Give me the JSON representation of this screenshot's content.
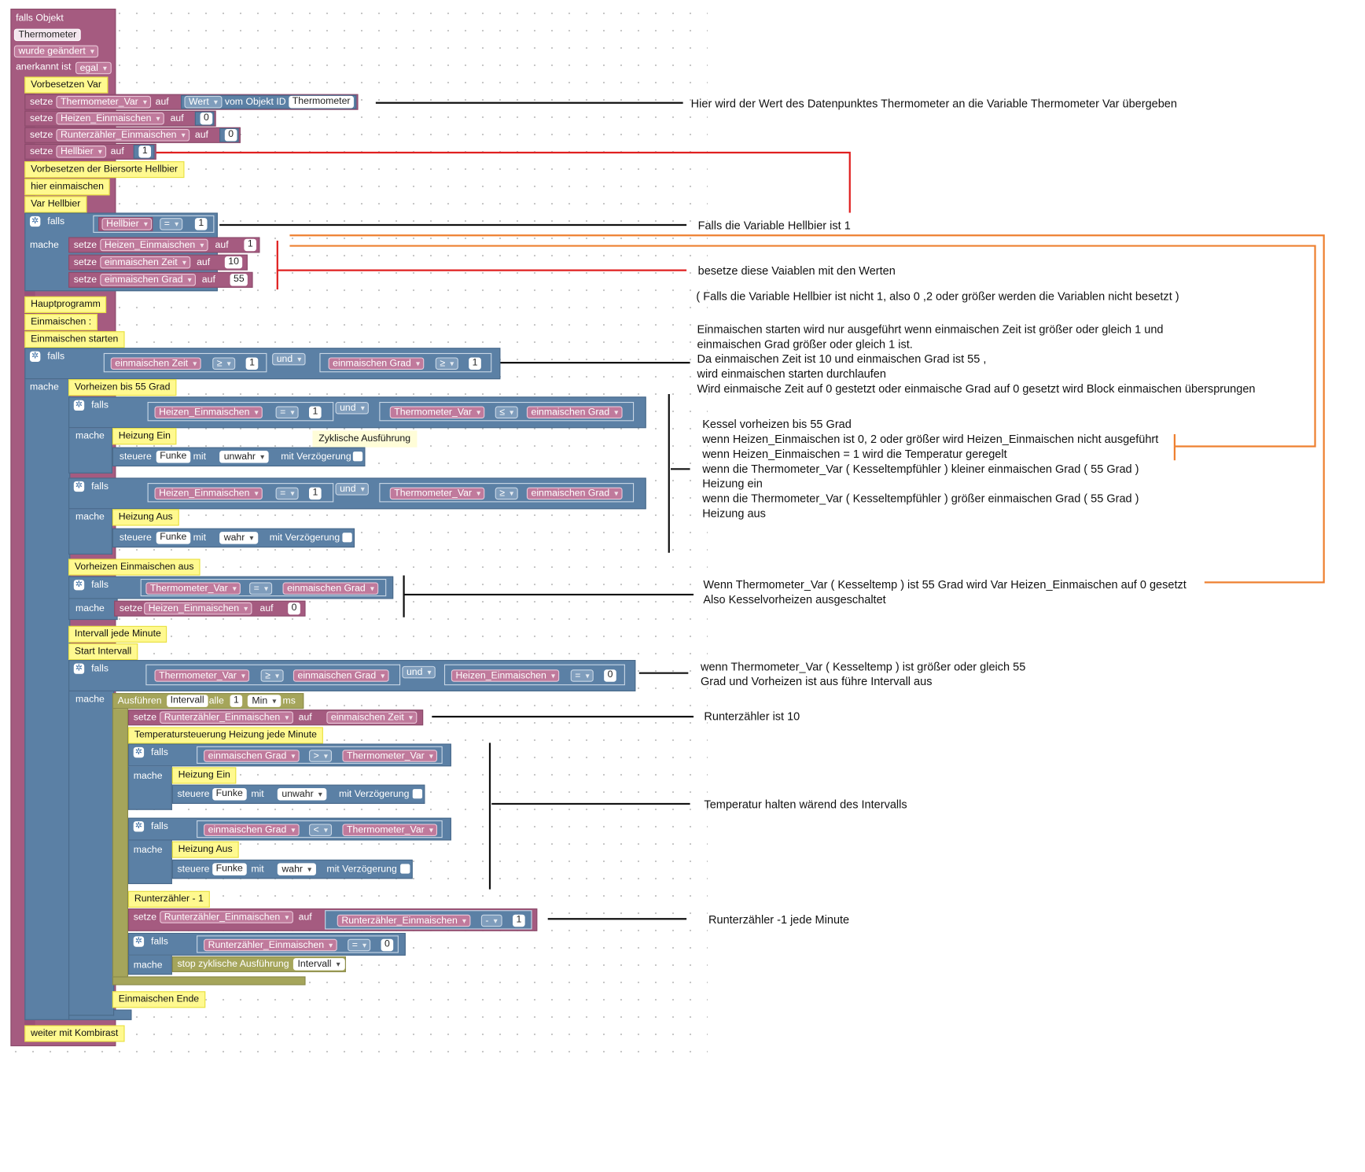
{
  "blocks": {
    "event_falls": "falls Objekt",
    "event_object": "Thermometer",
    "event_changed": "wurde geändert",
    "event_ack_label": "anerkannt ist",
    "event_ack_value": "egal",
    "c_vorbesetzen": "Vorbesetzen Var",
    "setze": "setze",
    "auf": "auf",
    "falls": "falls",
    "mache": "mache",
    "und": "und",
    "mit": "mit",
    "steuere": "steuere",
    "mit_verz": "mit Verzögerung",
    "v_thermo": "Thermometer_Var",
    "v_heizen": "Heizen_Einmaischen",
    "v_runter": "Runterzähler_Einmaischen",
    "v_hellbier": "Hellbier",
    "v_zeit": "einmaischen Zeit",
    "v_grad": "einmaischen Grad",
    "f_wert": "Wert",
    "f_vom": "vom Objekt ID",
    "f_thermo": "Thermometer",
    "n0": "0",
    "n1": "1",
    "n10": "10",
    "n55": "55",
    "c_biersorte": "Vorbesetzen der Biersorte Hellbier",
    "c_hier": "hier einmaischen",
    "c_var": "Var Hellbier",
    "op_eq": "=",
    "op_ge": "≥",
    "op_le": "≤",
    "op_gt": ">",
    "op_lt": "<",
    "op_minus": "-",
    "c_haupt": "Hauptprogramm",
    "c_einm": "Einmaischen :",
    "c_start": "Einmaischen starten",
    "c_vorheizen": "Vorheizen bis 55 Grad",
    "c_heizung_ein": "Heizung Ein",
    "c_heizung_aus": "Heizung Aus",
    "c_zyk": "Zyklische Ausführung",
    "f_funke": "Funke",
    "f_unwahr": "unwahr",
    "f_wahr": "wahr",
    "c_vorheizen_aus": "Vorheizen Einmaischen aus",
    "c_intervall": "Intervall jede Minute",
    "c_start_int": "Start Intervall",
    "t_ausf": "Ausführen",
    "t_intervall": "Intervall",
    "t_alle": "alle",
    "t_min": "Min",
    "t_ms": "ms",
    "c_temp": "Temperatursteuerung Heizung jede Minute",
    "c_runter": "Runterzähler - 1",
    "t_stop": "stop zyklische Ausführung",
    "c_ende": "Einmaischen Ende",
    "c_weiter": "weiter mit Kombirast"
  },
  "annotations": {
    "a1": "Hier wird der Wert des Datenpunktes Thermometer an die Variable Thermometer Var übergeben",
    "a2": "Falls die Variable Hellbier ist 1",
    "a3": "besetze diese Vaiablen mit den Werten",
    "a4": "( Falls die Variable Hellbier ist nicht 1, also 0 ,2 oder größer werden die Variablen nicht besetzt )",
    "a5": [
      "Einmaischen starten wird nur ausgeführt wenn einmaischen Zeit ist größer oder gleich 1 und",
      "einmaischen Grad größer oder gleich 1 ist.",
      "Da einmaischen Zeit ist 10 und einmaischen Grad ist 55 ,",
      "wird einmaischen starten durchlaufen",
      "Wird einmaische Zeit auf 0 gestetzt oder einmaische Grad auf 0 gesetzt wird  Block einmaischen übersprungen"
    ],
    "a6": [
      "Kessel vorheizen bis 55 Grad",
      "wenn Heizen_Einmaischen ist 0, 2 oder größer wird Heizen_Einmaischen nicht ausgeführt",
      "wenn Heizen_Einmaischen = 1 wird die Temperatur geregelt",
      "wenn die Thermometer_Var ( Kesseltempfühler ) kleiner einmaischen Grad ( 55 Grad )",
      "Heizung ein",
      "wenn die Thermometer_Var ( Kesseltempfühler ) größer  einmaischen Grad ( 55 Grad )",
      "Heizung aus"
    ],
    "a7": [
      "Wenn Thermometer_Var ( Kesseltemp ) ist 55 Grad wird Var Heizen_Einmaischen auf 0 gesetzt",
      "Also Kesselvorheizen ausgeschaltet"
    ],
    "a8": [
      "wenn Thermometer_Var ( Kesseltemp ) ist größer oder gleich 55",
      "Grad und Vorheizen ist aus führe Intervall aus"
    ],
    "a9": "Runterzähler ist 10",
    "a10": "Temperatur halten wärend des Intervalls",
    "a11": "Runterzähler -1   jede Minute"
  },
  "colors": {
    "event": "#a55b80",
    "variable": "#a55b80",
    "logic": "#5b80a5",
    "timer": "#a5a55b",
    "comment": "#fff98f",
    "red_line": "#e02020",
    "orange_line": "#ee8030"
  }
}
